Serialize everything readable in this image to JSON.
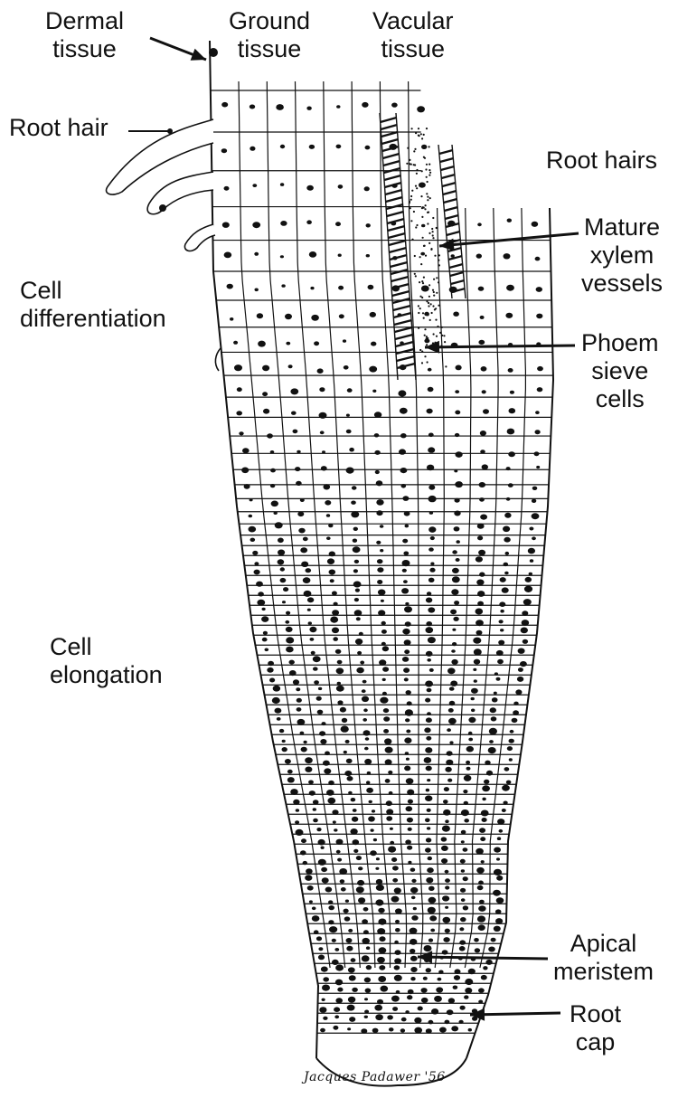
{
  "labels": {
    "dermal_tissue": [
      "Dermal",
      "tissue"
    ],
    "ground_tissue": [
      "Ground",
      "tissue"
    ],
    "vascular_tissue": [
      "Vacular",
      "tissue"
    ],
    "root_hair": [
      "Root hair"
    ],
    "root_hairs": [
      "Root hairs"
    ],
    "mature_xylem": [
      "Mature",
      "xylem",
      "vessels"
    ],
    "phloem": [
      "Phoem",
      "sieve",
      "cells"
    ],
    "cell_differentiation": [
      "Cell",
      "differentiation"
    ],
    "cell_elongation": [
      "Cell",
      "elongation"
    ],
    "apical_meristem": [
      "Apical",
      "meristem"
    ],
    "root_cap": [
      "Root",
      "cap"
    ]
  },
  "signature": "Jacques Padawer '56",
  "colors": {
    "ink": "#111111",
    "background": "#ffffff"
  }
}
